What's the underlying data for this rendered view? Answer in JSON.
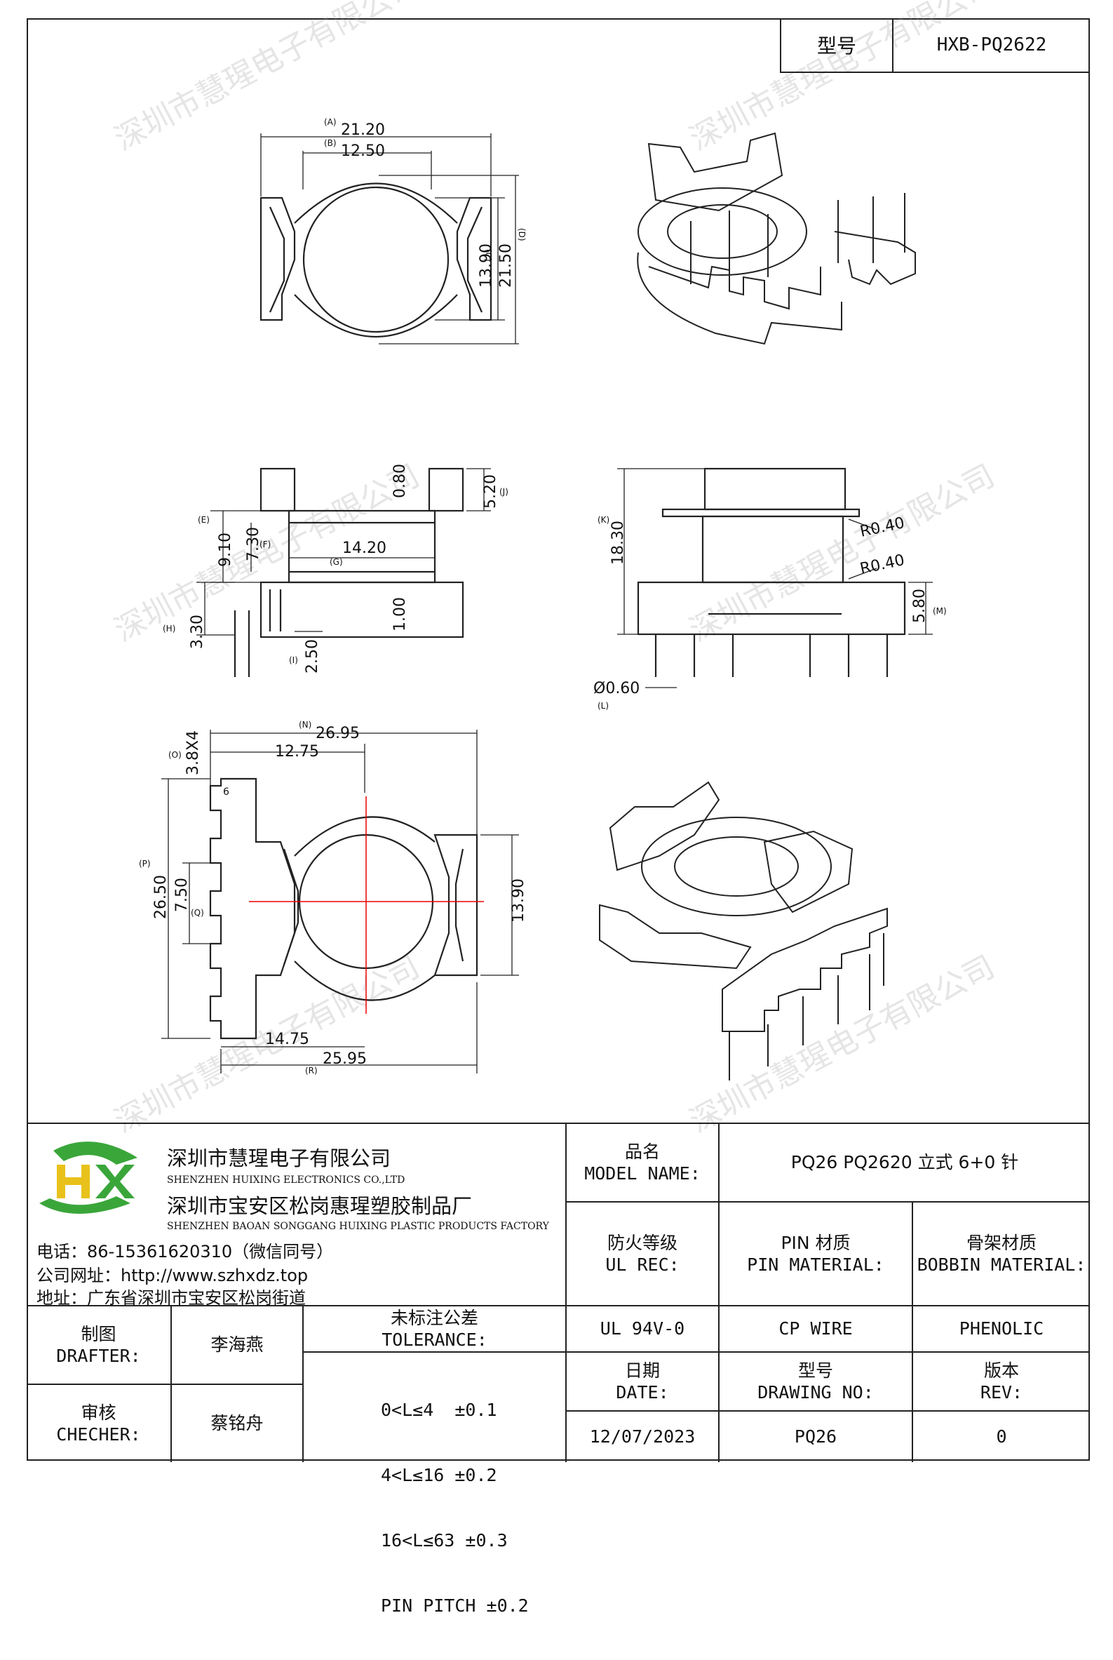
{
  "header": {
    "model_label": "型号",
    "model_value": "HXB-PQ2622"
  },
  "watermark": "深圳市慧瑆电子有限公司",
  "dims": {
    "top_view": {
      "A_tag": "(A)",
      "A": "21.20",
      "B_tag": "(B)",
      "B_val": "12.50",
      "C_tag": "(C)",
      "C": "13.90",
      "D_tag": "(D)",
      "D": "21.50"
    },
    "side_view": {
      "E": "(E)",
      "E_val": "9.10",
      "F": "(F)",
      "F_val": "7.30",
      "G": "(G)",
      "G_val": "14.20",
      "H": "(H)",
      "H_val": "3.30",
      "I": "(I)",
      "I_val": "2.50",
      "J": "(J)",
      "J_val": "5.20",
      "d1": "0.80",
      "d2": "1.00"
    },
    "front_view": {
      "K": "(K)",
      "K_val": "18.30",
      "r1": "R0.40",
      "r2": "R0.40",
      "L": "(L)",
      "L_val": "Ø0.60",
      "M": "(M)",
      "M_val": "5.80"
    },
    "bottom_view": {
      "N": "(N)",
      "N_val": "26.95",
      "w1": "12.75",
      "O": "(O)",
      "O_val": "3.8X4",
      "P": "(P)",
      "P_val": "26.50",
      "Q": "(Q)",
      "Q_val": "7.50",
      "h": "13.90",
      "w2": "14.75",
      "R": "(R)",
      "R_val": "25.95",
      "pin6": "6"
    }
  },
  "company": {
    "name_cn": "深圳市慧瑆电子有限公司",
    "name_en": "SHENZHEN HUIXING ELECTRONICS CO.,LTD",
    "factory_cn": "深圳市宝安区松岗惠瑆塑胶制品厂",
    "factory_en": "SHENZHEN BAOAN SONGGANG HUIXING PLASTIC PRODUCTS FACTORY",
    "phone": "电话：86-15361620310（微信同号）",
    "web": "公司网址：http://www.szhxdz.top",
    "addr": "地址：广东省深圳市宝安区松岗街道",
    "logo_text": "HX",
    "logo_colors": {
      "green": "#3aa63a",
      "yellow": "#e8c21a"
    }
  },
  "table": {
    "model_cn": "品名",
    "model_en": "MODEL NAME:",
    "model_val": "PQ26 PQ2620 立式 6+0 针",
    "ul_cn": "防火等级",
    "ul_en": "UL REC:",
    "pin_cn": "PIN 材质",
    "pin_en": "PIN MATERIAL:",
    "bob_cn": "骨架材质",
    "bob_en": "BOBBIN MATERIAL:",
    "ul_val": "UL 94V-0",
    "pin_val": "CP WIRE",
    "bob_val": "PHENOLIC",
    "draft_cn": "制图",
    "draft_en": "DRAFTER:",
    "drafter": "李海燕",
    "check_cn": "审核",
    "check_en": "CHECHER:",
    "checker": "蔡铭舟",
    "tol_cn": "未标注公差",
    "tol_en": "TOLERANCE:",
    "tol1": "0<L≤4  ±0.1",
    "tol2": "4<L≤16 ±0.2",
    "tol3": "16<L≤63 ±0.3",
    "tol4": "PIN PITCH ±0.2",
    "date_cn": "日期",
    "date_en": "DATE:",
    "date_val": "12/07/2023",
    "dwg_cn": "型号",
    "dwg_en": "DRAWING NO:",
    "dwg_val": "PQ26",
    "rev_cn": "版本",
    "rev_en": "REV:",
    "rev_val": "0"
  }
}
